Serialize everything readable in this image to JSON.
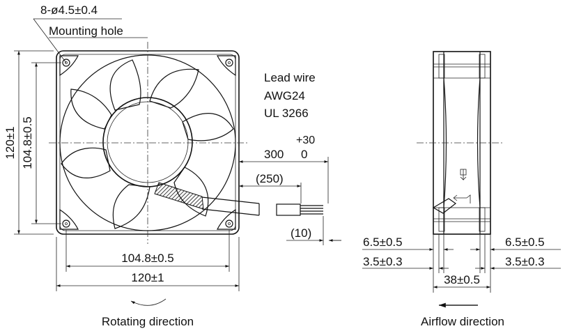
{
  "front_view": {
    "hole_spec": "8-ø4.5±0.4",
    "hole_label": "Mounting hole",
    "lead_wire_lines": [
      "Lead wire",
      "AWG24",
      "UL 3266"
    ],
    "wire_length_tol": "+30",
    "wire_length": "300",
    "wire_length_tol_low": "0",
    "wire_length_ref": "(250)",
    "strip_length": "(10)",
    "height_total": "120±1",
    "height_pitch": "104.8±0.5",
    "width_pitch": "104.8±0.5",
    "width_total": "120±1",
    "rotation_caption": "Rotating direction"
  },
  "side_view": {
    "flange_left": "6.5±0.5",
    "flange_right": "6.5±0.5",
    "rib_left": "3.5±0.3",
    "rib_right": "3.5±0.3",
    "depth": "38±0.5",
    "airflow_caption": "Airflow direction"
  }
}
